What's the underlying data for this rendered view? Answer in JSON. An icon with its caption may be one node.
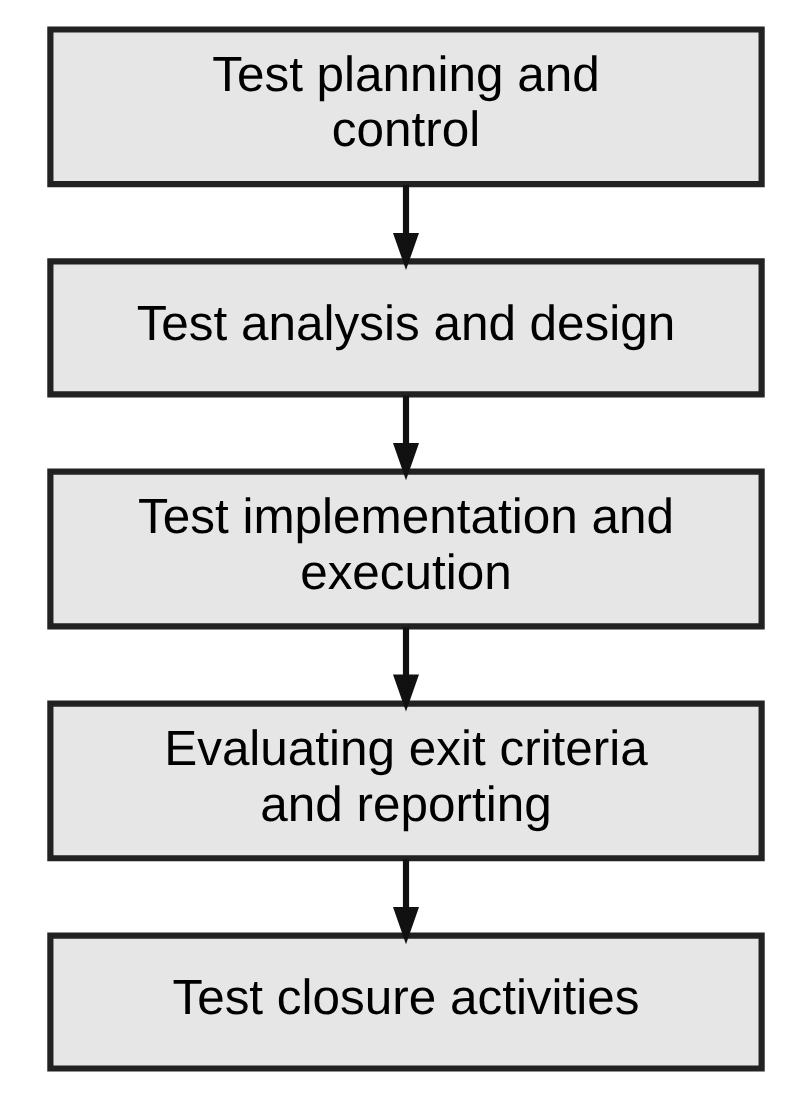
{
  "diagram": {
    "nodes": [
      {
        "text": [
          "Test planning and control"
        ]
      },
      {
        "text": [
          "Test analysis and design"
        ]
      },
      {
        "text": [
          "Test implementation and execution"
        ]
      },
      {
        "text": [
          "Evaluating exit criteria and reporting"
        ]
      },
      {
        "text": [
          "Test closure activities"
        ]
      }
    ],
    "edges": [
      {
        "from": 0,
        "to": 1,
        "arrow": "to"
      },
      {
        "from": 1,
        "to": 2,
        "arrow": "to"
      },
      {
        "from": 2,
        "to": 3,
        "arrow": "to"
      },
      {
        "from": 3,
        "to": 4,
        "arrow": "to"
      }
    ]
  }
}
